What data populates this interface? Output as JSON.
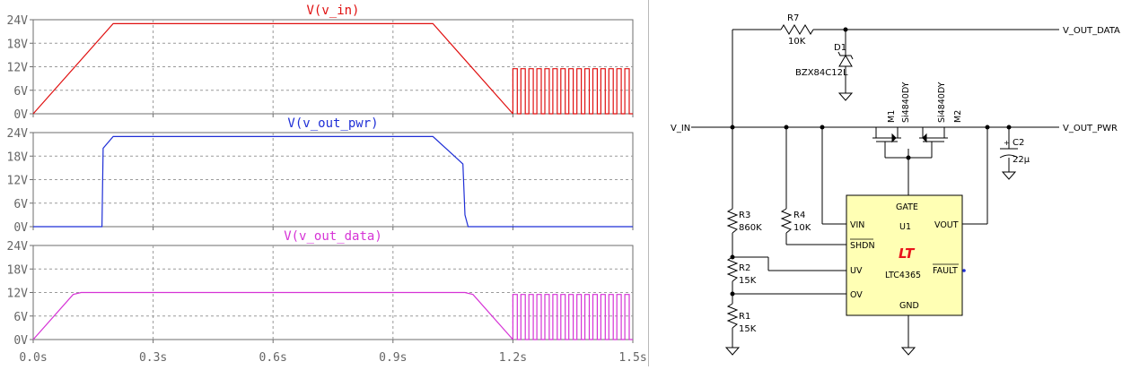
{
  "waveforms": {
    "colors": {
      "v_in": "#e01010",
      "v_out_pwr": "#1f2fd6",
      "v_out_data": "#d633d6",
      "grid": "#9a9a9a",
      "axis": "#6e6e6e"
    },
    "chart_data": [
      {
        "type": "line",
        "title": "V(v_in)",
        "ylim": [
          0,
          24
        ],
        "yticks": [
          "0V",
          "6V",
          "12V",
          "18V",
          "24V"
        ],
        "xlim": [
          0,
          1.5
        ],
        "series": [
          {
            "name": "V(v_in)",
            "x": [
              0,
              0.2,
              1.0,
              1.2
            ],
            "y": [
              0,
              23,
              23,
              0
            ]
          },
          {
            "name": "V(v_in) pulses",
            "pulse": {
              "start": 1.2,
              "end": 1.5,
              "count": 15,
              "low": 0,
              "high": 11.5
            }
          }
        ]
      },
      {
        "type": "line",
        "title": "V(v_out_pwr)",
        "ylim": [
          0,
          24
        ],
        "yticks": [
          "0V",
          "6V",
          "12V",
          "18V",
          "24V"
        ],
        "xlim": [
          0,
          1.5
        ],
        "series": [
          {
            "name": "V(v_out_pwr)",
            "x": [
              0,
              0.172,
              0.175,
              0.2,
              1.0,
              1.075,
              1.08,
              1.088,
              1.5
            ],
            "y": [
              0,
              0,
              20,
              23,
              23,
              16,
              3,
              0,
              0
            ]
          }
        ]
      },
      {
        "type": "line",
        "title": "V(v_out_data)",
        "ylim": [
          0,
          24
        ],
        "yticks": [
          "0V",
          "6V",
          "12V",
          "18V",
          "24V"
        ],
        "xlim": [
          0,
          1.5
        ],
        "xticks": [
          "0.0s",
          "0.3s",
          "0.6s",
          "0.9s",
          "1.2s",
          "1.5s"
        ],
        "series": [
          {
            "name": "V(v_out_data)",
            "x": [
              0,
              0.1,
              0.12,
              1.08,
              1.1,
              1.2
            ],
            "y": [
              0,
              11.5,
              12,
              12,
              11.5,
              0
            ]
          },
          {
            "name": "V(v_out_data) pulses",
            "pulse": {
              "start": 1.2,
              "end": 1.5,
              "count": 15,
              "low": 0,
              "high": 11.5
            }
          }
        ]
      }
    ]
  },
  "schematic": {
    "nets": {
      "in": "V_IN",
      "out_data": "V_OUT_DATA",
      "out_pwr": "V_OUT_PWR"
    },
    "r7": {
      "ref": "R7",
      "value": "10K"
    },
    "d1": {
      "ref": "D1",
      "value": "BZX84C12L"
    },
    "m1": {
      "ref": "M1",
      "value": "Si4840DY"
    },
    "m2": {
      "ref": "M2",
      "value": "Si4840DY"
    },
    "c2": {
      "ref": "C2",
      "value": "22µ"
    },
    "r3": {
      "ref": "R3",
      "value": "860K"
    },
    "r4": {
      "ref": "R4",
      "value": "10K"
    },
    "r2": {
      "ref": "R2",
      "value": "15K"
    },
    "r1": {
      "ref": "R1",
      "value": "15K"
    },
    "u1": {
      "ref": "U1",
      "part": "LTC4365",
      "pins": {
        "gate": "GATE",
        "vin": "VIN",
        "shdn": "SHDN",
        "uv": "UV",
        "ov": "OV",
        "vout": "VOUT",
        "fault": "FAULT",
        "gnd": "GND"
      },
      "fill": "#ffffb4",
      "logo": "LT"
    },
    "colors": {
      "wire": "#000000",
      "logo": "#e8141a",
      "pin": "#1f2fd6"
    }
  }
}
